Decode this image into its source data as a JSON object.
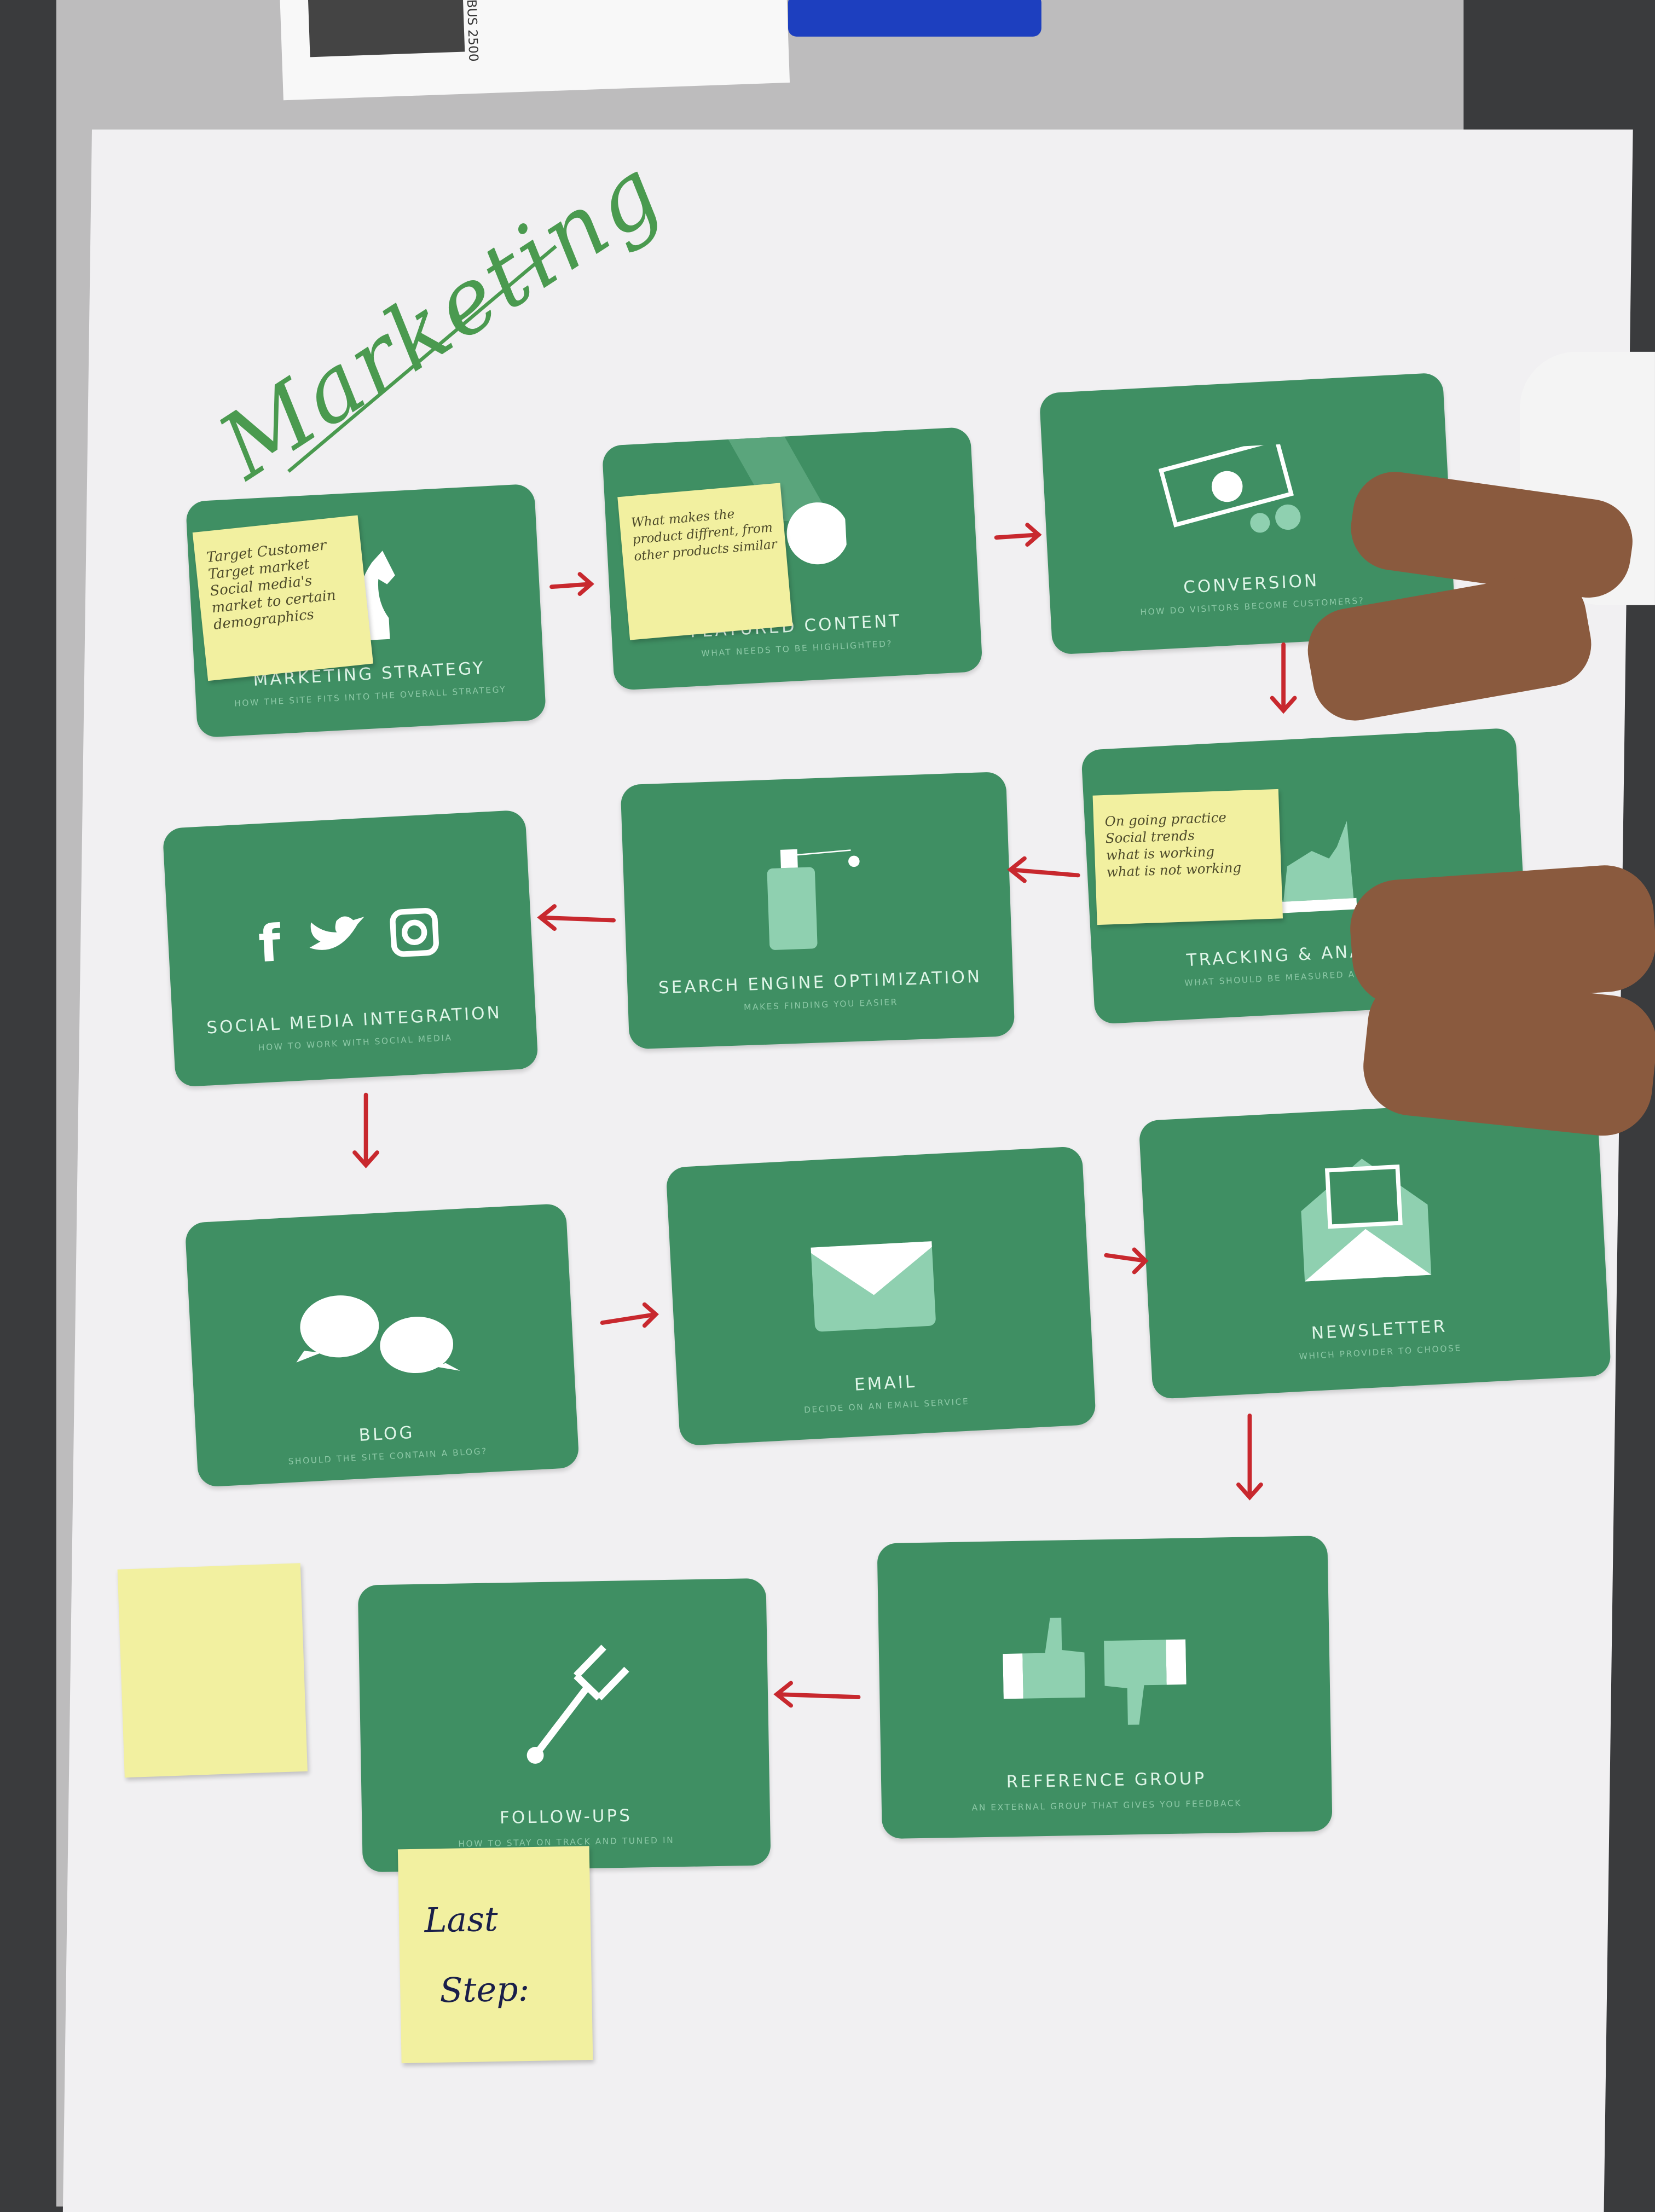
{
  "title": "Marketing",
  "background_doc": {
    "text": "BUS 2500"
  },
  "cards": [
    {
      "name": "MARKETING STRATEGY",
      "subtitle": "HOW THE SITE FITS INTO THE OVERALL STRATEGY",
      "icon": "chess-knight-icon"
    },
    {
      "name": "FEATURED CONTENT",
      "subtitle": "WHAT NEEDS TO BE HIGHLIGHTED?",
      "icon": "spotlight-icon"
    },
    {
      "name": "CONVERSION",
      "subtitle": "HOW DO VISITORS BECOME CUSTOMERS?",
      "icon": "money-icon"
    },
    {
      "name": "TRACKING & ANALYTICS",
      "subtitle": "WHAT SHOULD BE MEASURED AND ANALYZED?",
      "icon": "area-chart-icon"
    },
    {
      "name": "SEARCH ENGINE OPTIMIZATION",
      "subtitle": "MAKES FINDING YOU EASIER",
      "icon": "spray-can-icon"
    },
    {
      "name": "SOCIAL MEDIA INTEGRATION",
      "subtitle": "HOW TO WORK WITH SOCIAL MEDIA",
      "icon": "social-icons"
    },
    {
      "name": "BLOG",
      "subtitle": "SHOULD THE SITE CONTAIN A BLOG?",
      "icon": "speech-bubbles-icon"
    },
    {
      "name": "EMAIL",
      "subtitle": "DECIDE ON AN EMAIL SERVICE",
      "icon": "envelope-icon"
    },
    {
      "name": "NEWSLETTER",
      "subtitle": "WHICH PROVIDER TO CHOOSE",
      "icon": "open-envelope-icon"
    },
    {
      "name": "REFERENCE GROUP",
      "subtitle": "AN EXTERNAL GROUP THAT GIVES YOU FEEDBACK",
      "icon": "thumbs-icon"
    },
    {
      "name": "FOLLOW-UPS",
      "subtitle": "HOW TO STAY ON TRACK AND TUNED IN",
      "icon": "tuning-fork-icon"
    }
  ],
  "sticky_notes": {
    "strategy": [
      "Target Customer",
      "Target market",
      "Social media's",
      "market to certain",
      "demographics"
    ],
    "featured": [
      "What makes the",
      "product diffrent, from",
      "other products similar"
    ],
    "tracking": [
      "On going practice",
      "Social trends",
      "what is working",
      "what is not working"
    ],
    "last_step": [
      "Last",
      "Step:"
    ]
  },
  "colors": {
    "card": "#3f8f63",
    "sticky": "#f2f0a0",
    "arrow": "#c8282e",
    "title_ink": "#4a9a4f"
  }
}
